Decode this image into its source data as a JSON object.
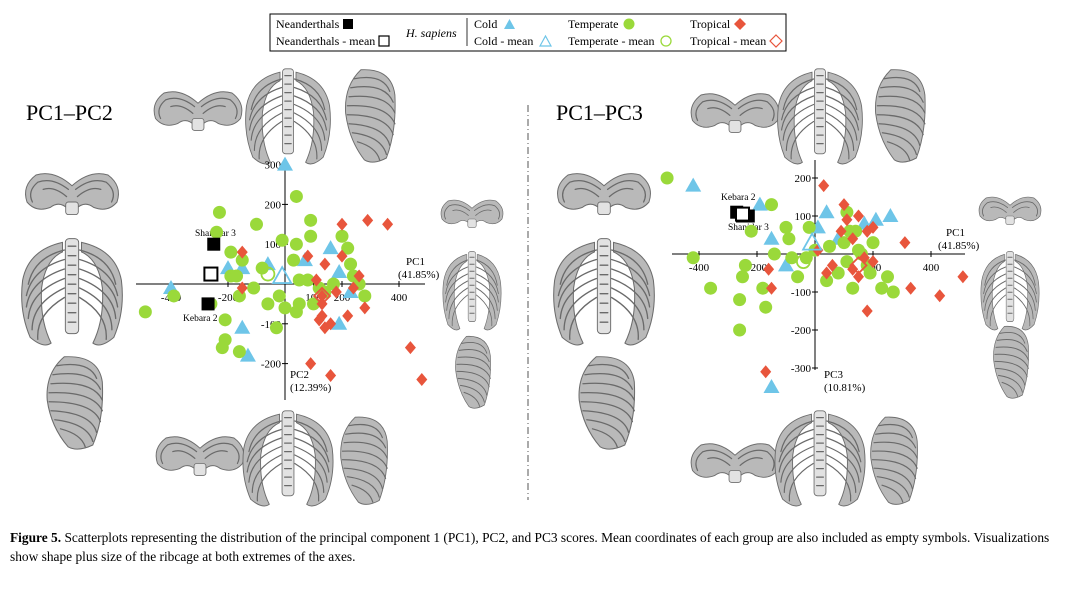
{
  "legend": {
    "neanderthals": "Neanderthals",
    "neanderthals_mean": "Neanderthals - mean",
    "h_sapiens": "H. sapiens",
    "cold": "Cold",
    "cold_mean": "Cold - mean",
    "temperate": "Temperate",
    "temperate_mean": "Temperate - mean",
    "tropical": "Tropical",
    "tropical_mean": "Tropical - mean"
  },
  "colors": {
    "cold": "#6ec5e8",
    "temperate": "#9ad93a",
    "tropical": "#e8553c",
    "neanderthal": "#000000"
  },
  "caption": {
    "label": "Figure 5.",
    "text": "Scatterplots representing the distribution of the principal component 1 (PC1), PC2, and PC3 scores. Mean coordinates of each group are also included as empty symbols. Visualizations show shape plus size of the ribcage at both extremes of the axes."
  },
  "chart_data": [
    {
      "type": "scatter",
      "title": "PC1–PC2",
      "x_axis": {
        "label": "PC1",
        "pct": "(41.85%)",
        "ticks": [
          -400,
          -200,
          100,
          200,
          400
        ]
      },
      "y_axis": {
        "label": "PC2",
        "pct": "(12.39%)",
        "ticks": [
          300,
          200,
          100,
          -100,
          -200
        ]
      },
      "annotations": [
        "Shanidar 3",
        "Kebara 2"
      ],
      "series": [
        {
          "name": "Cold",
          "marker": "triangle",
          "color": "#6ec5e8",
          "points": [
            [
              0,
              300
            ],
            [
              -400,
              -10
            ],
            [
              -200,
              40
            ],
            [
              -150,
              40
            ],
            [
              -150,
              -110
            ],
            [
              -130,
              -180
            ],
            [
              -60,
              50
            ],
            [
              70,
              60
            ],
            [
              160,
              90
            ],
            [
              190,
              30
            ],
            [
              230,
              -20
            ],
            [
              190,
              -100
            ]
          ]
        },
        {
          "name": "Temperate",
          "marker": "circle",
          "color": "#9ad93a",
          "points": [
            [
              -490,
              -70
            ],
            [
              -390,
              -30
            ],
            [
              -260,
              -50
            ],
            [
              -210,
              -90
            ],
            [
              -230,
              180
            ],
            [
              -240,
              130
            ],
            [
              -210,
              -140
            ],
            [
              -220,
              -160
            ],
            [
              -190,
              80
            ],
            [
              -190,
              20
            ],
            [
              -170,
              20
            ],
            [
              -160,
              -30
            ],
            [
              -150,
              60
            ],
            [
              -110,
              -10
            ],
            [
              -100,
              150
            ],
            [
              -80,
              40
            ],
            [
              -60,
              -50
            ],
            [
              -30,
              -110
            ],
            [
              -20,
              -30
            ],
            [
              -10,
              110
            ],
            [
              0,
              -60
            ],
            [
              40,
              -70
            ],
            [
              50,
              -50
            ],
            [
              40,
              100
            ],
            [
              30,
              60
            ],
            [
              50,
              10
            ],
            [
              80,
              10
            ],
            [
              90,
              160
            ],
            [
              90,
              120
            ],
            [
              100,
              -50
            ],
            [
              120,
              -10
            ],
            [
              140,
              -20
            ],
            [
              170,
              0
            ],
            [
              200,
              120
            ],
            [
              220,
              90
            ],
            [
              230,
              50
            ],
            [
              240,
              20
            ],
            [
              260,
              0
            ],
            [
              280,
              -30
            ],
            [
              40,
              220
            ],
            [
              -160,
              -170
            ]
          ]
        },
        {
          "name": "Tropical",
          "marker": "diamond",
          "color": "#e8553c",
          "points": [
            [
              -150,
              80
            ],
            [
              -150,
              -10
            ],
            [
              80,
              70
            ],
            [
              130,
              -30
            ],
            [
              140,
              -110
            ],
            [
              200,
              150
            ],
            [
              260,
              20
            ],
            [
              280,
              -60
            ],
            [
              290,
              160
            ],
            [
              360,
              150
            ],
            [
              130,
              -80
            ],
            [
              130,
              -50
            ],
            [
              160,
              -100
            ],
            [
              180,
              -20
            ],
            [
              200,
              70
            ],
            [
              90,
              -200
            ],
            [
              160,
              -230
            ],
            [
              440,
              -160
            ],
            [
              480,
              -240
            ],
            [
              220,
              -80
            ],
            [
              240,
              -10
            ],
            [
              120,
              -90
            ],
            [
              110,
              10
            ],
            [
              140,
              50
            ]
          ]
        },
        {
          "name": "Neanderthals",
          "marker": "square",
          "color": "#000000",
          "points": [
            [
              -250,
              100
            ],
            [
              -270,
              -50
            ]
          ]
        },
        {
          "name": "Cold - mean",
          "marker": "triangle-open",
          "color": "#6ec5e8",
          "points": [
            [
              -10,
              20
            ]
          ]
        },
        {
          "name": "Temperate - mean",
          "marker": "circle-open",
          "color": "#9ad93a",
          "points": [
            [
              -60,
              25
            ]
          ]
        },
        {
          "name": "Tropical - mean",
          "marker": "diamond-open",
          "color": "#e8553c",
          "points": [
            [
              130,
              -30
            ]
          ]
        },
        {
          "name": "Neanderthals - mean",
          "marker": "square-open",
          "color": "#000000",
          "points": [
            [
              -260,
              25
            ]
          ]
        }
      ]
    },
    {
      "type": "scatter",
      "title": "PC1–PC3",
      "x_axis": {
        "label": "PC1",
        "pct": "(41.85%)",
        "ticks": [
          -400,
          -200,
          200,
          400
        ]
      },
      "y_axis": {
        "label": "PC3",
        "pct": "(10.81%)",
        "ticks": [
          200,
          100,
          -100,
          -200,
          -300
        ]
      },
      "annotations": [
        "Kebara 2",
        "Shanidar 3"
      ],
      "series": [
        {
          "name": "Cold",
          "marker": "triangle",
          "color": "#6ec5e8",
          "points": [
            [
              -420,
              180
            ],
            [
              -190,
              130
            ],
            [
              -150,
              40
            ],
            [
              -100,
              -30
            ],
            [
              10,
              70
            ],
            [
              40,
              110
            ],
            [
              170,
              80
            ],
            [
              210,
              90
            ],
            [
              260,
              100
            ],
            [
              -150,
              -350
            ],
            [
              80,
              40
            ]
          ]
        },
        {
          "name": "Temperate",
          "marker": "circle",
          "color": "#9ad93a",
          "points": [
            [
              -510,
              200
            ],
            [
              -420,
              -10
            ],
            [
              -360,
              -90
            ],
            [
              -240,
              -30
            ],
            [
              -250,
              -60
            ],
            [
              -260,
              -120
            ],
            [
              -260,
              -200
            ],
            [
              -220,
              60
            ],
            [
              -180,
              -90
            ],
            [
              -170,
              -140
            ],
            [
              -150,
              130
            ],
            [
              -140,
              0
            ],
            [
              -100,
              70
            ],
            [
              -90,
              40
            ],
            [
              -80,
              -10
            ],
            [
              -60,
              -60
            ],
            [
              -20,
              70
            ],
            [
              0,
              10
            ],
            [
              40,
              -70
            ],
            [
              50,
              20
            ],
            [
              80,
              -50
            ],
            [
              100,
              30
            ],
            [
              110,
              110
            ],
            [
              120,
              60
            ],
            [
              140,
              60
            ],
            [
              160,
              0
            ],
            [
              180,
              -30
            ],
            [
              190,
              -50
            ],
            [
              200,
              30
            ],
            [
              230,
              -90
            ],
            [
              270,
              -100
            ],
            [
              250,
              -60
            ],
            [
              130,
              -90
            ],
            [
              150,
              10
            ],
            [
              -30,
              -10
            ],
            [
              110,
              -20
            ]
          ]
        },
        {
          "name": "Tropical",
          "marker": "diamond",
          "color": "#e8553c",
          "points": [
            [
              30,
              180
            ],
            [
              100,
              130
            ],
            [
              110,
              90
            ],
            [
              90,
              60
            ],
            [
              130,
              40
            ],
            [
              150,
              100
            ],
            [
              180,
              60
            ],
            [
              200,
              70
            ],
            [
              170,
              -10
            ],
            [
              150,
              -60
            ],
            [
              60,
              -30
            ],
            [
              130,
              -40
            ],
            [
              180,
              -150
            ],
            [
              330,
              -90
            ],
            [
              430,
              -110
            ],
            [
              310,
              30
            ],
            [
              510,
              -60
            ],
            [
              -150,
              -90
            ],
            [
              -160,
              -40
            ],
            [
              -170,
              -310
            ],
            [
              10,
              10
            ],
            [
              40,
              -50
            ],
            [
              200,
              -20
            ]
          ]
        },
        {
          "name": "Neanderthals",
          "marker": "square",
          "color": "#000000",
          "points": [
            [
              -270,
              110
            ],
            [
              -250,
              100
            ],
            [
              -230,
              100
            ]
          ]
        },
        {
          "name": "Cold - mean",
          "marker": "triangle-open",
          "color": "#6ec5e8",
          "points": [
            [
              -10,
              30
            ]
          ]
        },
        {
          "name": "Temperate - mean",
          "marker": "circle-open",
          "color": "#9ad93a",
          "points": [
            [
              -40,
              -20
            ]
          ]
        },
        {
          "name": "Tropical - mean",
          "marker": "diamond-open",
          "color": "#e8553c",
          "points": [
            [
              150,
              -30
            ]
          ]
        },
        {
          "name": "Neanderthals - mean",
          "marker": "square-open",
          "color": "#000000",
          "points": [
            [
              -250,
              105
            ]
          ]
        }
      ]
    }
  ]
}
